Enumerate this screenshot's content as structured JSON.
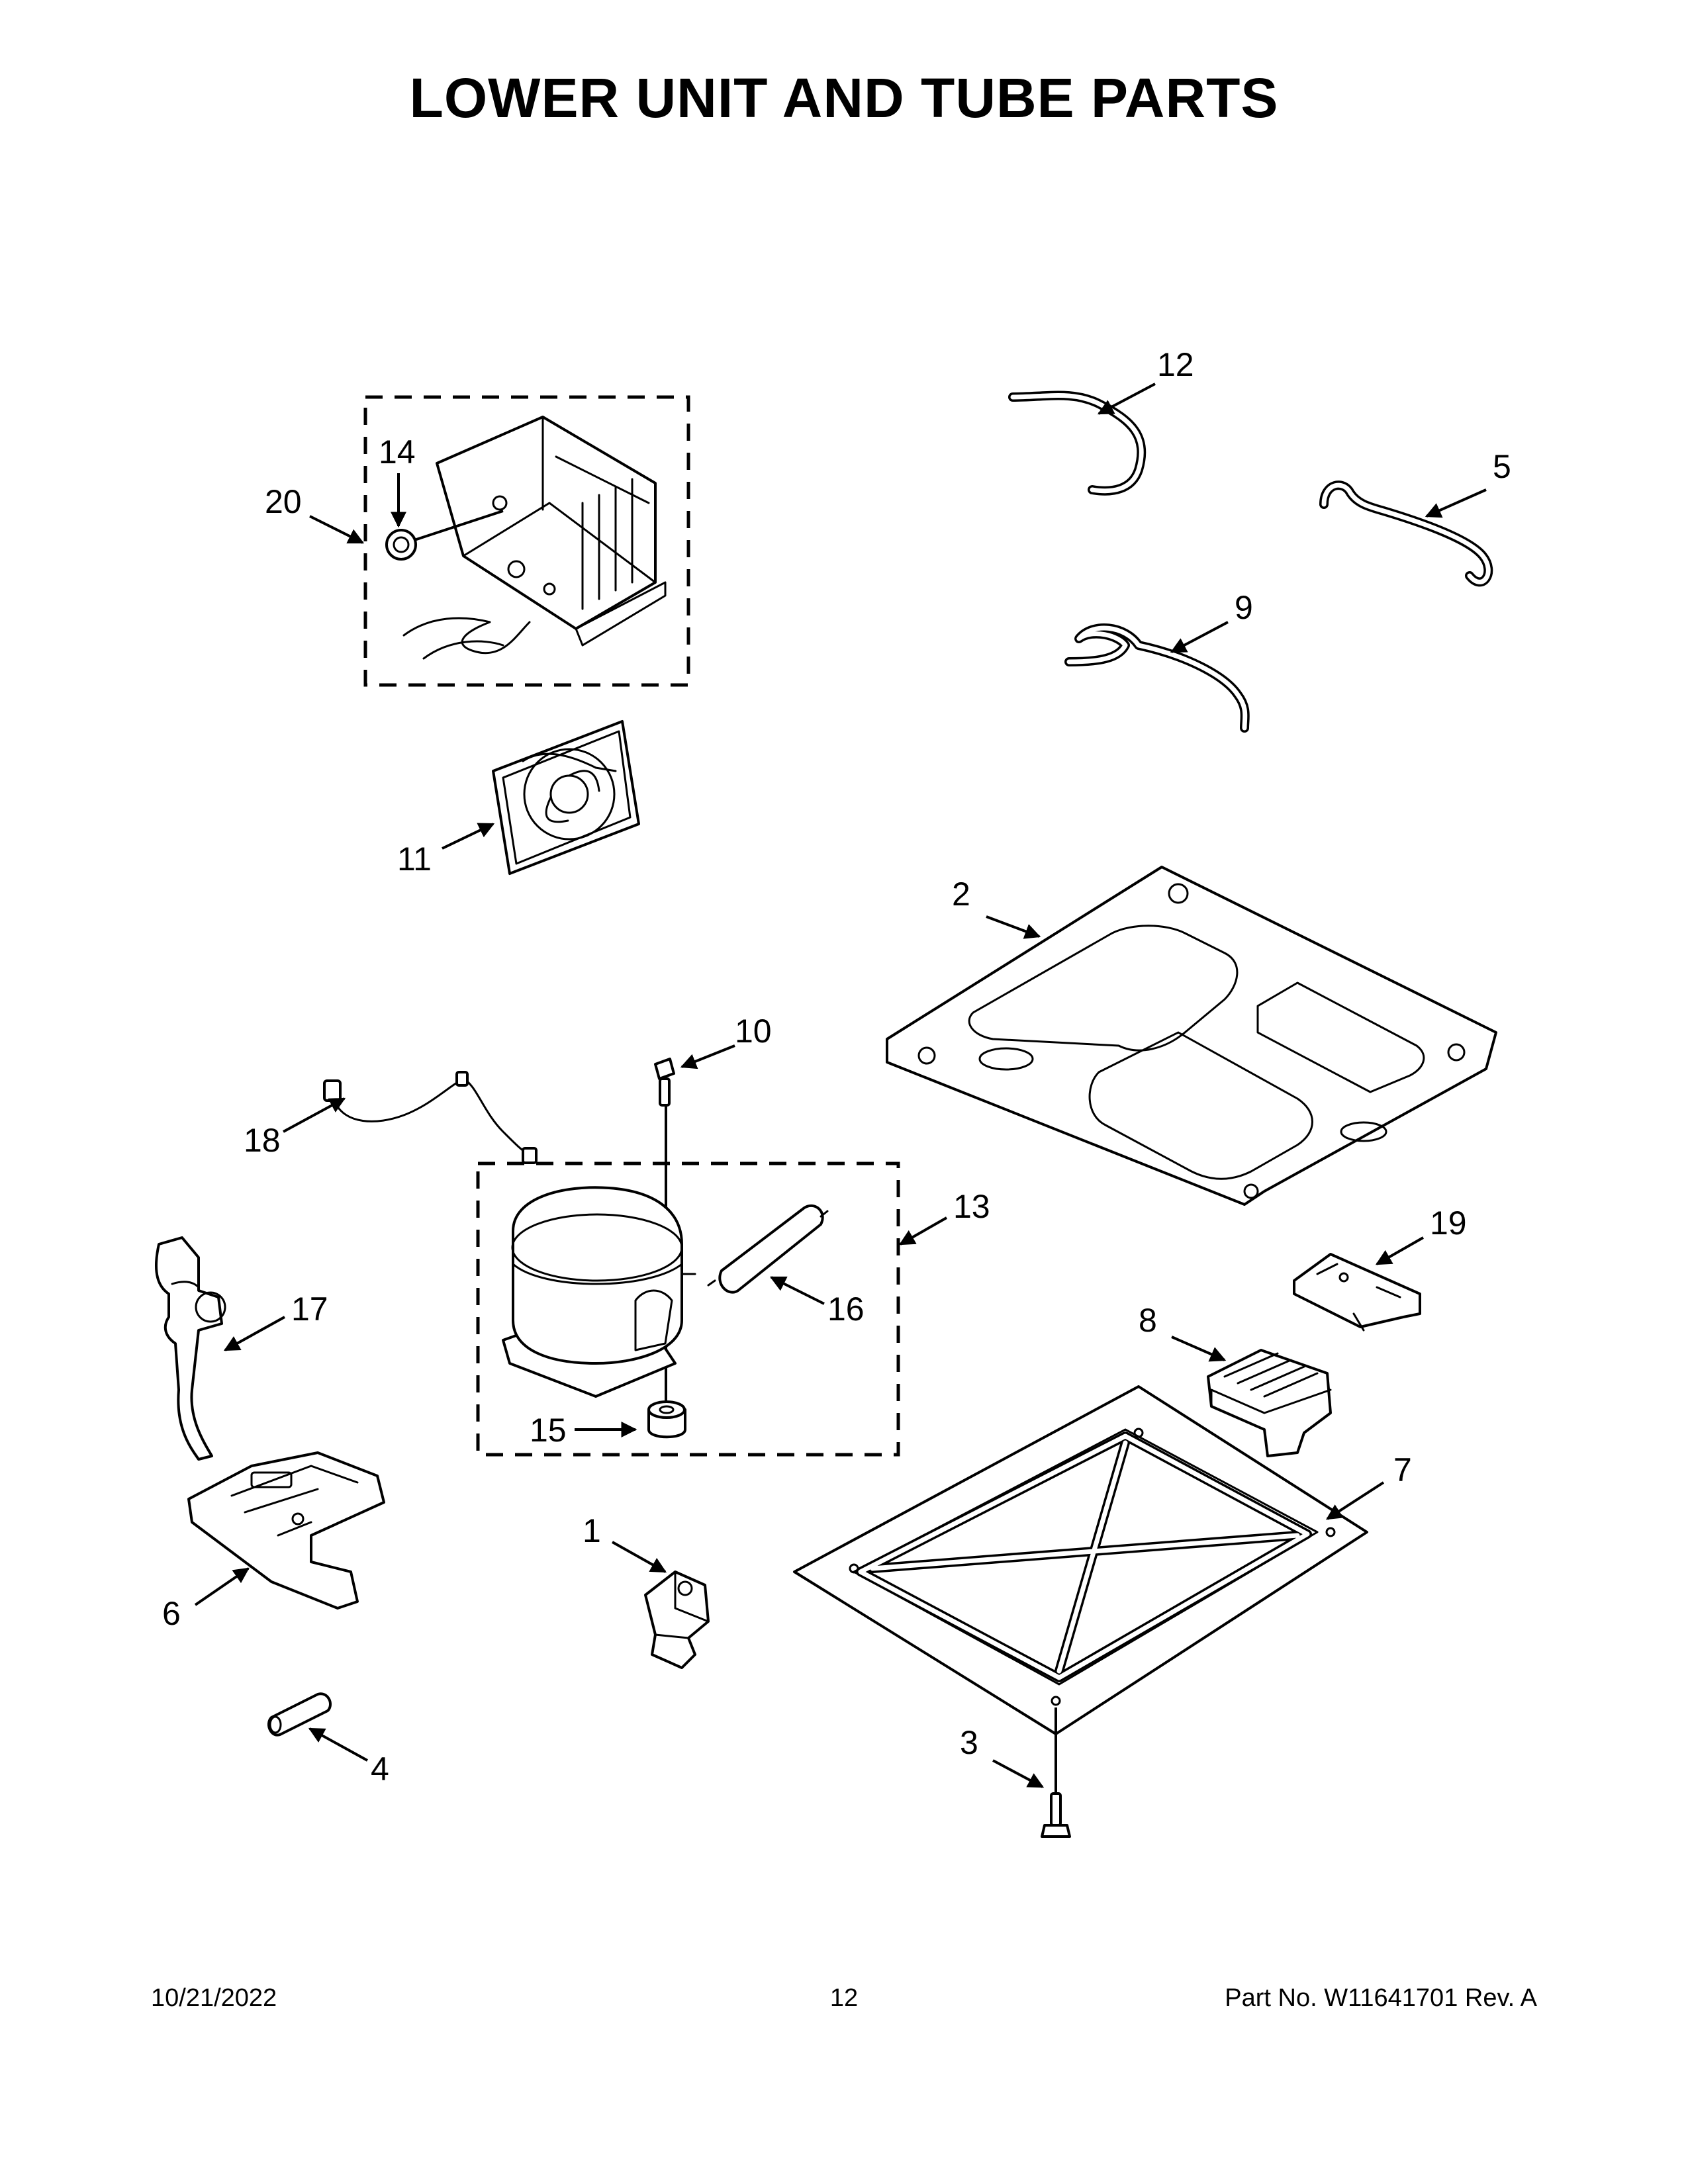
{
  "page": {
    "title": "LOWER UNIT AND TUBE PARTS"
  },
  "callouts": [
    "1",
    "2",
    "3",
    "4",
    "5",
    "6",
    "7",
    "8",
    "9",
    "10",
    "11",
    "12",
    "13",
    "14",
    "15",
    "16",
    "17",
    "18",
    "19",
    "20"
  ],
  "footer": {
    "date": "10/21/2022",
    "page_number": "12",
    "part_number": "Part No.  W11641701  Rev.  A"
  }
}
